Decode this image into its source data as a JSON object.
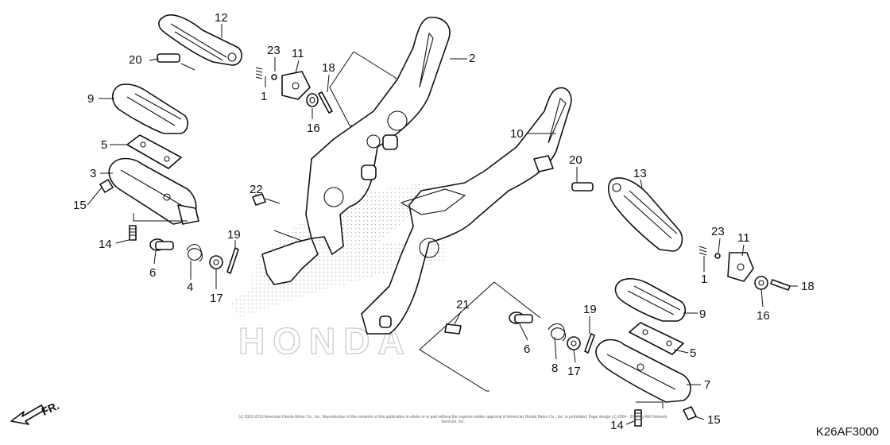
{
  "diagram": {
    "diagram_code": "K26AF3000",
    "front_indicator": "FR.",
    "watermark_text": "HONDA",
    "copyright": "(c) 2003-2013 American Honda Motor Co., Inc. Reproduction of the contents of this publication in whole or in part without the express written approval of American Honda Motor Co., Inc. is prohibited. Page design (c) 2004 - 2017 by ARI Network Services, Inc.",
    "callouts": [
      "12",
      "23",
      "11",
      "18",
      "20",
      "2",
      "1",
      "16",
      "9",
      "10",
      "5",
      "20",
      "13",
      "3",
      "22",
      "15",
      "23",
      "11",
      "19",
      "14",
      "6",
      "4",
      "17",
      "1",
      "18",
      "9",
      "16",
      "21",
      "19",
      "6",
      "5",
      "8",
      "17",
      "7",
      "14",
      "15"
    ]
  }
}
